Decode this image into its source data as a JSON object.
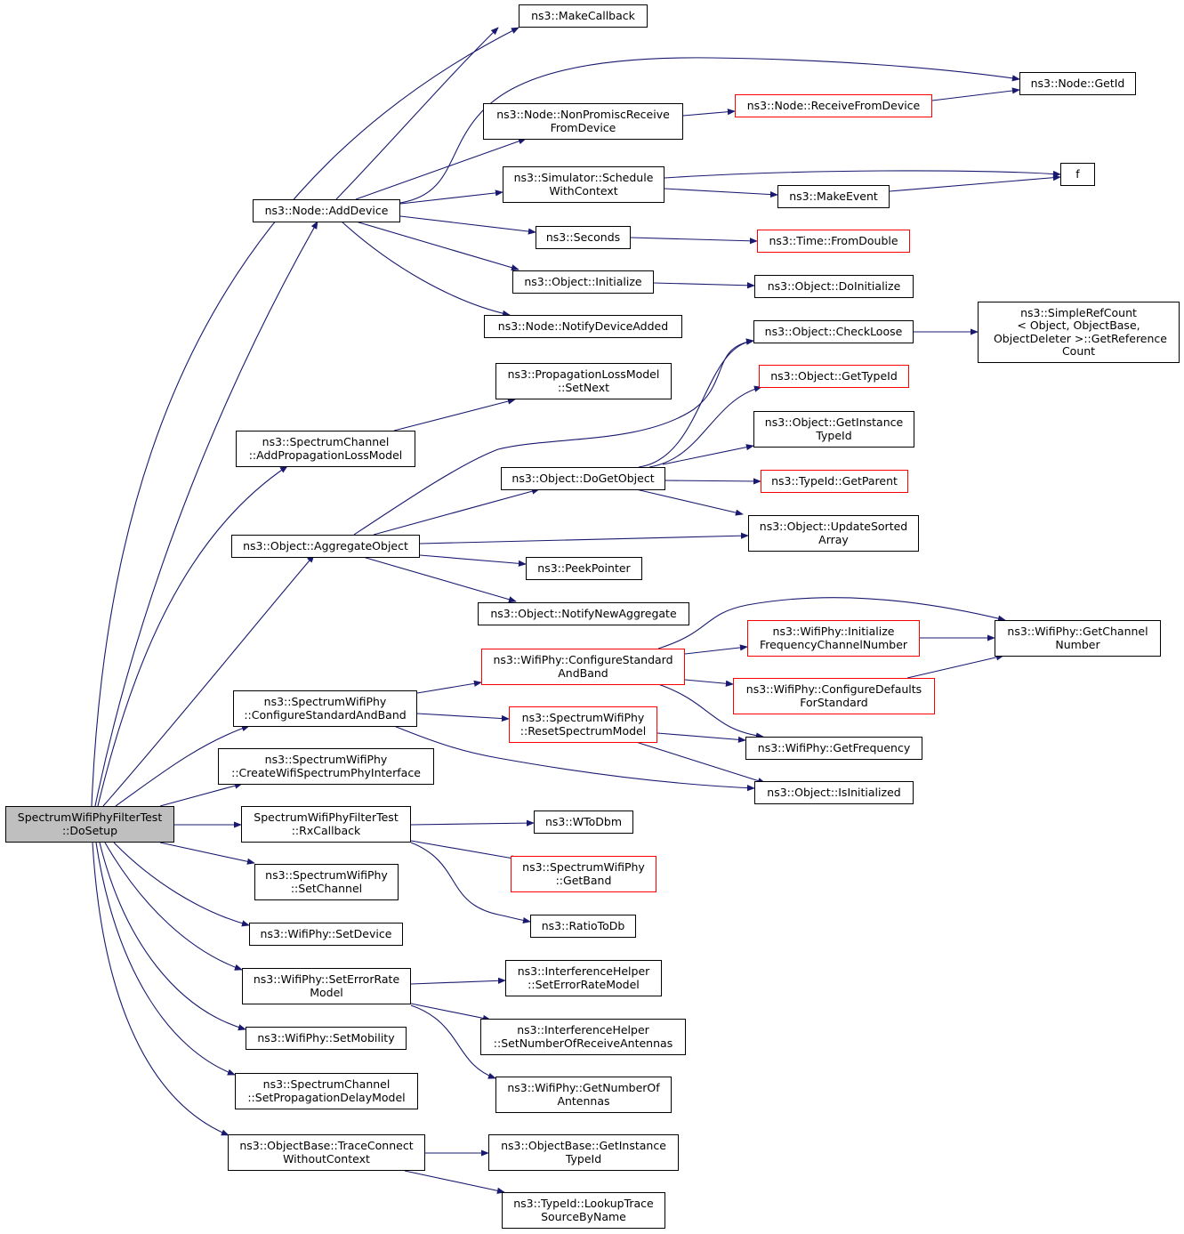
{
  "graph": {
    "root": "SpectrumWifiPhyFilterTest\n::DoSetup",
    "nodes": [
      {
        "id": "makecallback",
        "label": "ns3::MakeCallback",
        "style": "normal"
      },
      {
        "id": "node_getid",
        "label": "ns3::Node::GetId",
        "style": "normal"
      },
      {
        "id": "node_nonpromisc",
        "label": "ns3::Node::NonPromiscReceive\nFromDevice",
        "style": "normal"
      },
      {
        "id": "node_receivefromdevice",
        "label": "ns3::Node::ReceiveFromDevice",
        "style": "red"
      },
      {
        "id": "sim_schedule",
        "label": "ns3::Simulator::Schedule\nWithContext",
        "style": "normal"
      },
      {
        "id": "f",
        "label": "f",
        "style": "normal"
      },
      {
        "id": "node_adddevice",
        "label": "ns3::Node::AddDevice",
        "style": "normal"
      },
      {
        "id": "makeevent",
        "label": "ns3::MakeEvent",
        "style": "normal"
      },
      {
        "id": "seconds",
        "label": "ns3::Seconds",
        "style": "normal"
      },
      {
        "id": "time_fromdouble",
        "label": "ns3::Time::FromDouble",
        "style": "red"
      },
      {
        "id": "obj_initialize",
        "label": "ns3::Object::Initialize",
        "style": "normal"
      },
      {
        "id": "obj_doinitialize",
        "label": "ns3::Object::DoInitialize",
        "style": "normal"
      },
      {
        "id": "node_notifydeviceadded",
        "label": "ns3::Node::NotifyDeviceAdded",
        "style": "normal"
      },
      {
        "id": "obj_checkloose",
        "label": "ns3::Object::CheckLoose",
        "style": "normal"
      },
      {
        "id": "simplerefcount",
        "label": "ns3::SimpleRefCount\n< Object, ObjectBase,\n ObjectDeleter >::GetReference\nCount",
        "style": "normal"
      },
      {
        "id": "proploss_setnext",
        "label": "ns3::PropagationLossModel\n::SetNext",
        "style": "normal"
      },
      {
        "id": "obj_gettypeid",
        "label": "ns3::Object::GetTypeId",
        "style": "red"
      },
      {
        "id": "obj_getinstancetypeid",
        "label": "ns3::Object::GetInstance\nTypeId",
        "style": "normal"
      },
      {
        "id": "chan_addproploss",
        "label": "ns3::SpectrumChannel\n::AddPropagationLossModel",
        "style": "normal"
      },
      {
        "id": "obj_dogetobject",
        "label": "ns3::Object::DoGetObject",
        "style": "normal"
      },
      {
        "id": "typeid_getparent",
        "label": "ns3::TypeId::GetParent",
        "style": "red"
      },
      {
        "id": "obj_aggregate",
        "label": "ns3::Object::AggregateObject",
        "style": "normal"
      },
      {
        "id": "obj_updatesorted",
        "label": "ns3::Object::UpdateSorted\nArray",
        "style": "normal"
      },
      {
        "id": "peekpointer",
        "label": "ns3::PeekPointer",
        "style": "normal"
      },
      {
        "id": "obj_notifynewaggregate",
        "label": "ns3::Object::NotifyNewAggregate",
        "style": "normal"
      },
      {
        "id": "wifiphy_initfreq",
        "label": "ns3::WifiPhy::Initialize\nFrequencyChannelNumber",
        "style": "red"
      },
      {
        "id": "wifiphy_getchannelnumber",
        "label": "ns3::WifiPhy::GetChannel\nNumber",
        "style": "normal"
      },
      {
        "id": "wifiphy_configstdband",
        "label": "ns3::WifiPhy::ConfigureStandard\nAndBand",
        "style": "red"
      },
      {
        "id": "wifiphy_configdefaults",
        "label": "ns3::WifiPhy::ConfigureDefaults\nForStandard",
        "style": "red"
      },
      {
        "id": "swp_configstdband",
        "label": "ns3::SpectrumWifiPhy\n::ConfigureStandardAndBand",
        "style": "normal"
      },
      {
        "id": "swp_resetspectrum",
        "label": "ns3::SpectrumWifiPhy\n::ResetSpectrumModel",
        "style": "red"
      },
      {
        "id": "wifiphy_getfrequency",
        "label": "ns3::WifiPhy::GetFrequency",
        "style": "normal"
      },
      {
        "id": "swp_createiface",
        "label": "ns3::SpectrumWifiPhy\n::CreateWifiSpectrumPhyInterface",
        "style": "normal"
      },
      {
        "id": "obj_isinitialized",
        "label": "ns3::Object::IsInitialized",
        "style": "normal"
      },
      {
        "id": "test_rxcallback",
        "label": "SpectrumWifiPhyFilterTest\n::RxCallback",
        "style": "normal"
      },
      {
        "id": "wtodbm",
        "label": "ns3::WToDbm",
        "style": "normal"
      },
      {
        "id": "swp_getband",
        "label": "ns3::SpectrumWifiPhy\n::GetBand",
        "style": "red"
      },
      {
        "id": "swp_setchannel",
        "label": "ns3::SpectrumWifiPhy\n::SetChannel",
        "style": "normal"
      },
      {
        "id": "ratiotodb",
        "label": "ns3::RatioToDb",
        "style": "normal"
      },
      {
        "id": "wifiphy_setdevice",
        "label": "ns3::WifiPhy::SetDevice",
        "style": "normal"
      },
      {
        "id": "ih_seterrorrate",
        "label": "ns3::InterferenceHelper\n::SetErrorRateModel",
        "style": "normal"
      },
      {
        "id": "wifiphy_seterrorrate",
        "label": "ns3::WifiPhy::SetErrorRate\nModel",
        "style": "normal"
      },
      {
        "id": "ih_setnumantennas",
        "label": "ns3::InterferenceHelper\n::SetNumberOfReceiveAntennas",
        "style": "normal"
      },
      {
        "id": "wifiphy_setmobility",
        "label": "ns3::WifiPhy::SetMobility",
        "style": "normal"
      },
      {
        "id": "wifiphy_getnumantennas",
        "label": "ns3::WifiPhy::GetNumberOf\nAntennas",
        "style": "normal"
      },
      {
        "id": "chan_setpropdelay",
        "label": "ns3::SpectrumChannel\n::SetPropagationDelayModel",
        "style": "normal"
      },
      {
        "id": "ob_traceconnect",
        "label": "ns3::ObjectBase::TraceConnect\nWithoutContext",
        "style": "normal"
      },
      {
        "id": "ob_getinstancetypeid",
        "label": "ns3::ObjectBase::GetInstance\nTypeId",
        "style": "normal"
      },
      {
        "id": "typeid_lookuptrace",
        "label": "ns3::TypeId::LookupTrace\nSourceByName",
        "style": "normal"
      }
    ],
    "colors": {
      "edge": "#191970",
      "node_border": "#000000",
      "highlight_border": "#ff0000",
      "root_fill": "#bfbfbf"
    }
  }
}
